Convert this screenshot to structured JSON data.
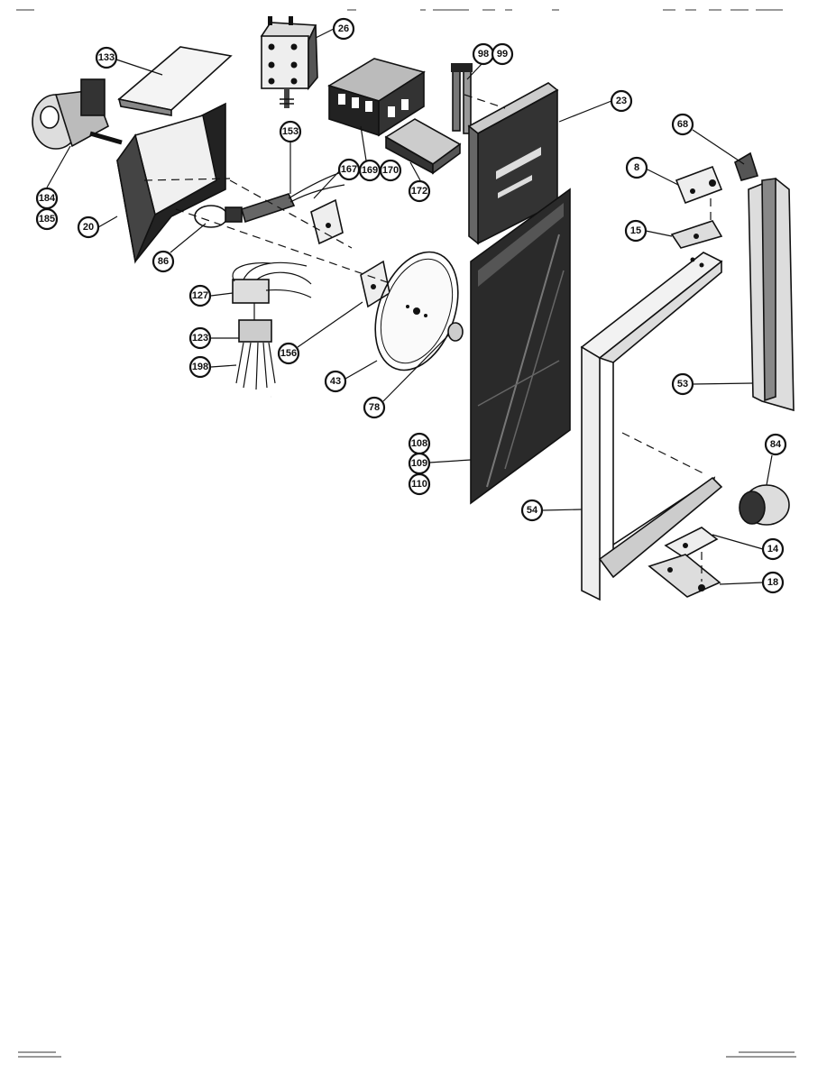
{
  "callouts": [
    {
      "id": "c133",
      "label": "133"
    },
    {
      "id": "c26",
      "label": "26"
    },
    {
      "id": "c98",
      "label": "98"
    },
    {
      "id": "c99",
      "label": "99"
    },
    {
      "id": "c23",
      "label": "23"
    },
    {
      "id": "c68",
      "label": "68"
    },
    {
      "id": "c153",
      "label": "153"
    },
    {
      "id": "c167",
      "label": "167"
    },
    {
      "id": "c169",
      "label": "169"
    },
    {
      "id": "c170",
      "label": "170"
    },
    {
      "id": "c172",
      "label": "172"
    },
    {
      "id": "c8",
      "label": "8"
    },
    {
      "id": "c15",
      "label": "15"
    },
    {
      "id": "c184",
      "label": "184"
    },
    {
      "id": "c185",
      "label": "185"
    },
    {
      "id": "c20",
      "label": "20"
    },
    {
      "id": "c86",
      "label": "86"
    },
    {
      "id": "c127",
      "label": "127"
    },
    {
      "id": "c123",
      "label": "123"
    },
    {
      "id": "c198",
      "label": "198"
    },
    {
      "id": "c156",
      "label": "156"
    },
    {
      "id": "c43",
      "label": "43"
    },
    {
      "id": "c78",
      "label": "78"
    },
    {
      "id": "c53",
      "label": "53"
    },
    {
      "id": "c108",
      "label": "108"
    },
    {
      "id": "c109",
      "label": "109"
    },
    {
      "id": "c110",
      "label": "110"
    },
    {
      "id": "c84",
      "label": "84"
    },
    {
      "id": "c54",
      "label": "54"
    },
    {
      "id": "c14",
      "label": "14"
    },
    {
      "id": "c18",
      "label": "18"
    }
  ]
}
